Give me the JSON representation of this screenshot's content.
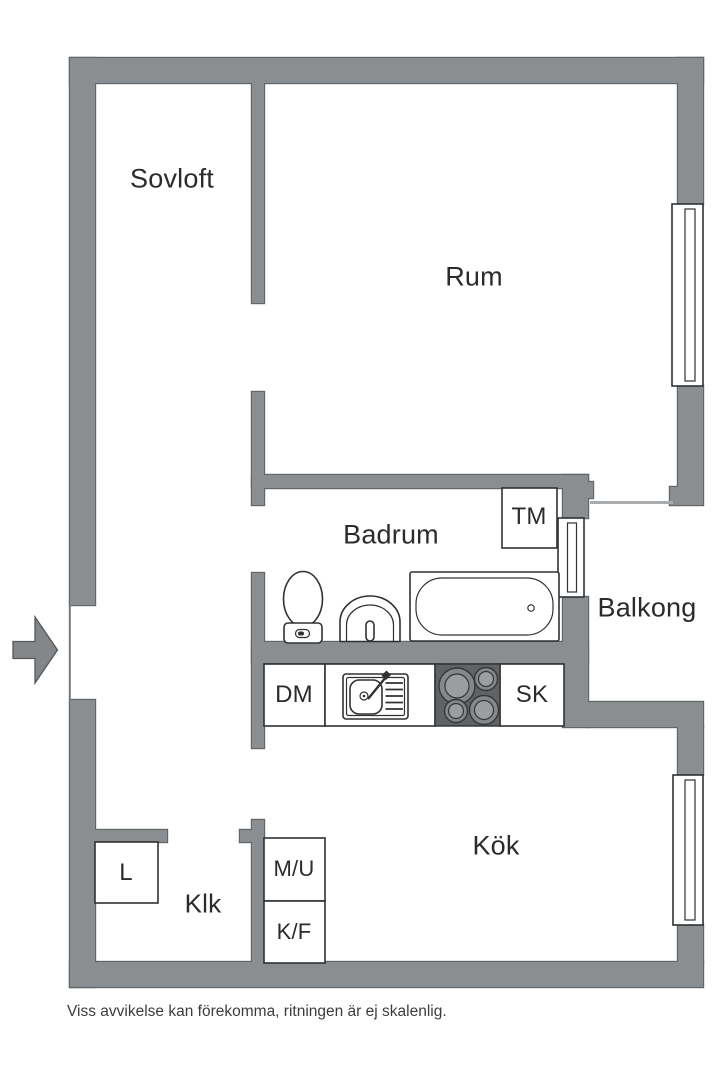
{
  "plan": {
    "labels": {
      "sovloft": "Sovloft",
      "rum": "Rum",
      "badrum": "Badrum",
      "tm": "TM",
      "balkong": "Balkong",
      "dm": "DM",
      "sk": "SK",
      "kok": "Kök",
      "l": "L",
      "klk": "Klk",
      "mu": "M/U",
      "kf": "K/F"
    },
    "disclaimer": "Viss avvikelse kan förekomma, ritningen är ej skalenlig.",
    "colors": {
      "wall": "#8a8e91",
      "wall_outline": "#626669",
      "stove": "#5f6366",
      "line": "#2f3133",
      "text": "#2b2b2b",
      "light_line": "#a9acaf"
    }
  }
}
